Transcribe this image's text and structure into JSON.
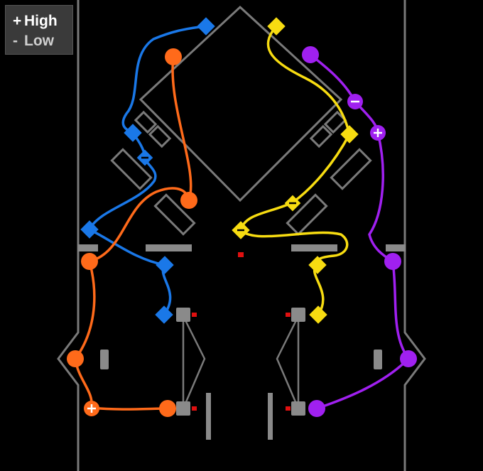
{
  "legend": {
    "high": {
      "symbol": "+",
      "label": "High"
    },
    "low": {
      "symbol": "-",
      "label": "Low"
    }
  },
  "colors": {
    "background": "#000000",
    "structure": "#7a7a7a",
    "blue": "#1a78e8",
    "orange": "#ff6a1a",
    "yellow": "#f7dc11",
    "purple": "#a020f0",
    "red_marker": "#e01010"
  },
  "icons": [
    "plus-icon",
    "minus-icon",
    "diamond-node",
    "circle-node",
    "pad-square"
  ]
}
